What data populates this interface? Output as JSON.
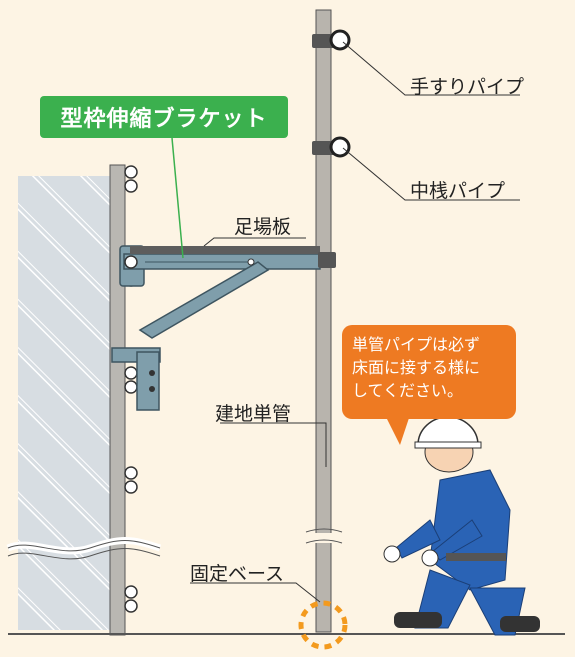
{
  "title": "型枠伸縮ブラケット",
  "labels": {
    "handrail": "手すりパイプ",
    "midrail": "中桟パイプ",
    "scaffold_board": "足場板",
    "pole": "建地単管",
    "base": "固定ベース"
  },
  "notice": [
    "単管パイプは必ず",
    "床面に接する様に",
    "してください。"
  ],
  "colors": {
    "background": "#fdf4e4",
    "title_badge": "#3bb04e",
    "notice_bubble": "#ee7a22",
    "bracket": "#7f9eab",
    "pipe": "#b8b4ad",
    "worker_suit": "#2a63b5",
    "highlight_ring": "#f39a1e"
  }
}
